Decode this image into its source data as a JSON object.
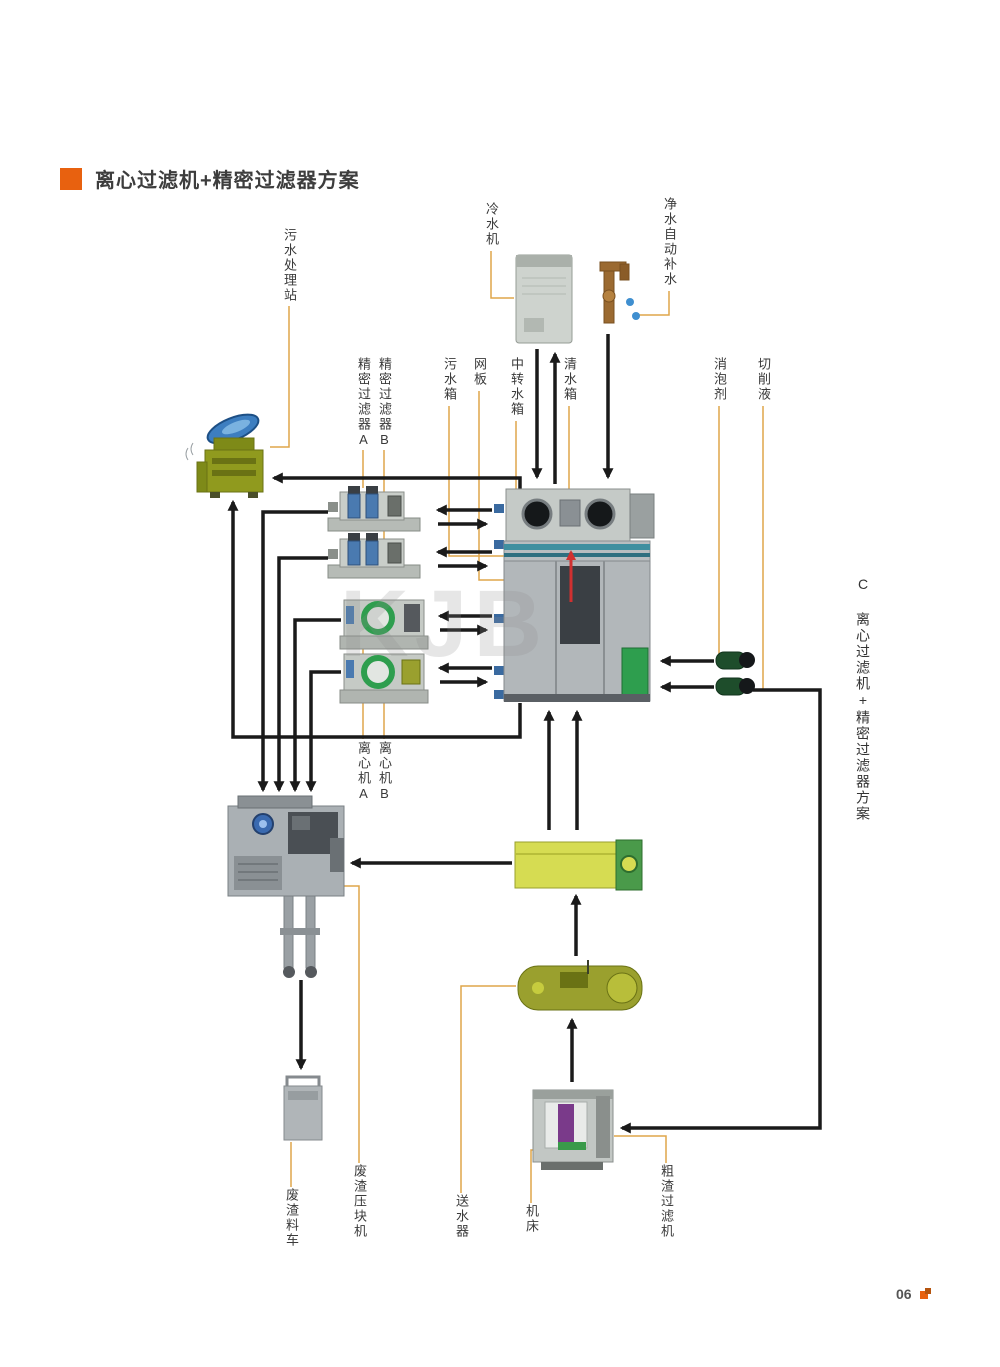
{
  "header": {
    "title": "离心过滤机+精密过滤器方案"
  },
  "side_caption": "C 离心过滤机+精密过滤器方案",
  "watermark": "KJB",
  "footer": {
    "page_number": "06"
  },
  "labels": {
    "sewage_station": "污水处理站",
    "chiller": "冷水机",
    "clean_water_refill": "净水自动补水",
    "precision_filter_a": "精密过滤器A",
    "precision_filter_b": "精密过滤器B",
    "dirty_tank": "污水箱",
    "mesh_plate": "网板",
    "transfer_tank": "中转水箱",
    "clean_tank": "清水箱",
    "defoamer": "消泡剂",
    "cutting_fluid": "切削液",
    "centrifuge_a": "离心机A",
    "centrifuge_b": "离心机B",
    "waste_cart": "废渣料车",
    "briquetting_machine": "废渣压块机",
    "water_feeder": "送水器",
    "machine_tool": "机床",
    "coarse_filter": "粗渣过滤机"
  },
  "colors": {
    "accent": "#E8610F",
    "leader_line": "#DFA54A",
    "arrow": "#1A1A1A",
    "red_arrow": "#D03030"
  }
}
